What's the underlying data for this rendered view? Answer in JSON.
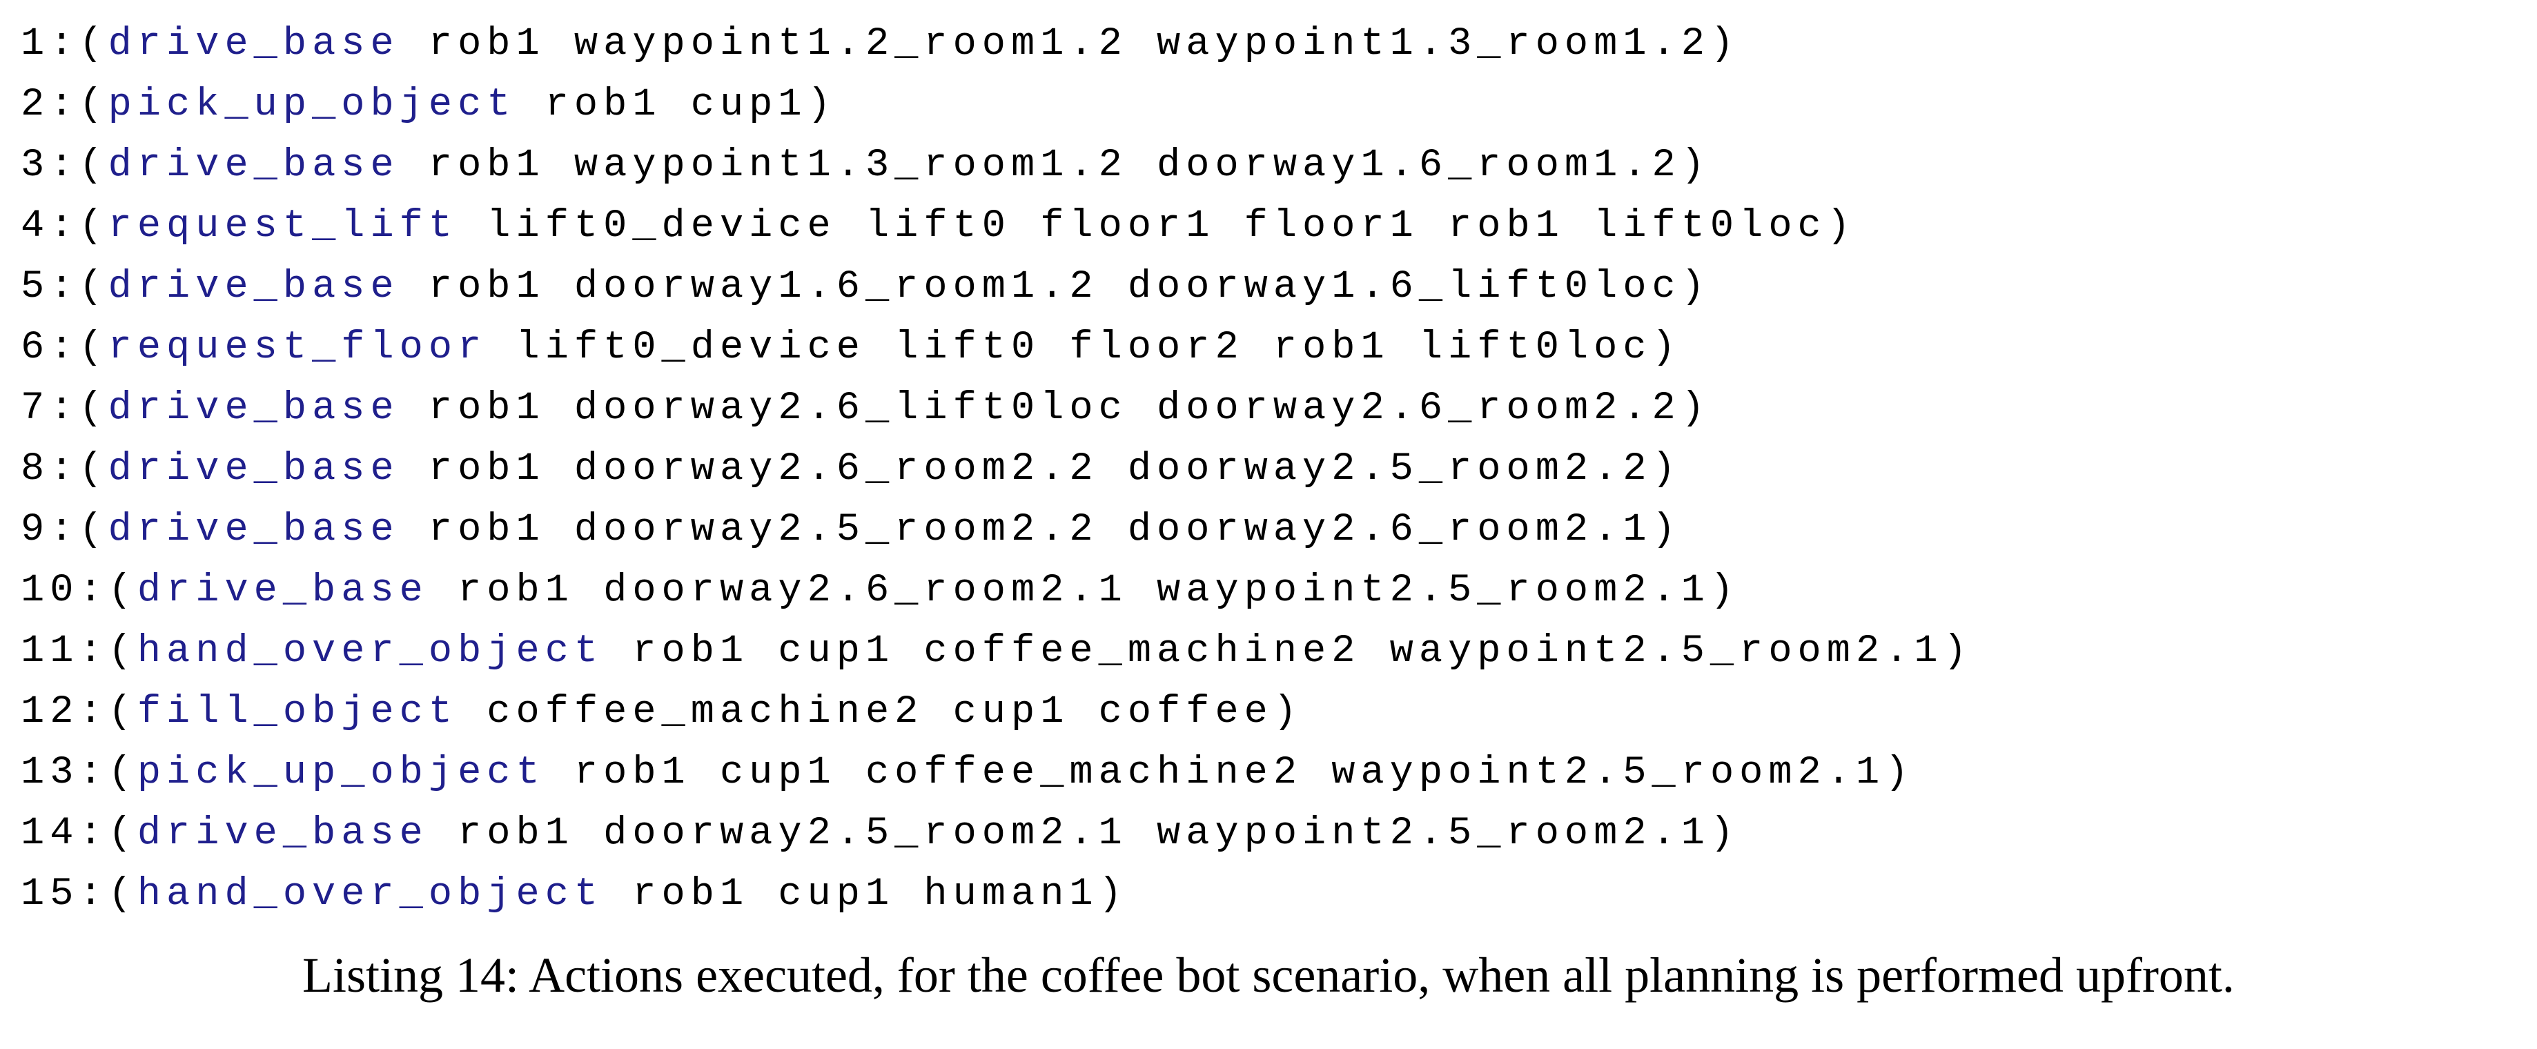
{
  "page": {
    "background_color": "#ffffff",
    "text_color": "#000000"
  },
  "listing": {
    "keyword_color": "#1f1f8c",
    "plain_color": "#000000",
    "lines": [
      {
        "prefix": "1:(",
        "action": "drive_base",
        "suffix": " rob1 waypoint1.2_room1.2 waypoint1.3_room1.2)"
      },
      {
        "prefix": "2:(",
        "action": "pick_up_object",
        "suffix": " rob1 cup1)"
      },
      {
        "prefix": "3:(",
        "action": "drive_base",
        "suffix": " rob1 waypoint1.3_room1.2 doorway1.6_room1.2)"
      },
      {
        "prefix": "4:(",
        "action": "request_lift",
        "suffix": " lift0_device lift0 floor1 floor1 rob1 lift0loc)"
      },
      {
        "prefix": "5:(",
        "action": "drive_base",
        "suffix": " rob1 doorway1.6_room1.2 doorway1.6_lift0loc)"
      },
      {
        "prefix": "6:(",
        "action": "request_floor",
        "suffix": " lift0_device lift0 floor2 rob1 lift0loc)"
      },
      {
        "prefix": "7:(",
        "action": "drive_base",
        "suffix": " rob1 doorway2.6_lift0loc doorway2.6_room2.2)"
      },
      {
        "prefix": "8:(",
        "action": "drive_base",
        "suffix": " rob1 doorway2.6_room2.2 doorway2.5_room2.2)"
      },
      {
        "prefix": "9:(",
        "action": "drive_base",
        "suffix": " rob1 doorway2.5_room2.2 doorway2.6_room2.1)"
      },
      {
        "prefix": "10:(",
        "action": "drive_base",
        "suffix": " rob1 doorway2.6_room2.1 waypoint2.5_room2.1)"
      },
      {
        "prefix": "11:(",
        "action": "hand_over_object",
        "suffix": " rob1 cup1 coffee_machine2 waypoint2.5_room2.1)"
      },
      {
        "prefix": "12:(",
        "action": "fill_object",
        "suffix": " coffee_machine2 cup1 coffee)"
      },
      {
        "prefix": "13:(",
        "action": "pick_up_object",
        "suffix": " rob1 cup1 coffee_machine2 waypoint2.5_room2.1)"
      },
      {
        "prefix": "14:(",
        "action": "drive_base",
        "suffix": " rob1 doorway2.5_room2.1 waypoint2.5_room2.1)"
      },
      {
        "prefix": "15:(",
        "action": "hand_over_object",
        "suffix": " rob1 cup1 human1)"
      }
    ]
  },
  "caption": {
    "text": "Listing 14: Actions executed, for the coffee bot scenario, when all planning is performed upfront."
  }
}
